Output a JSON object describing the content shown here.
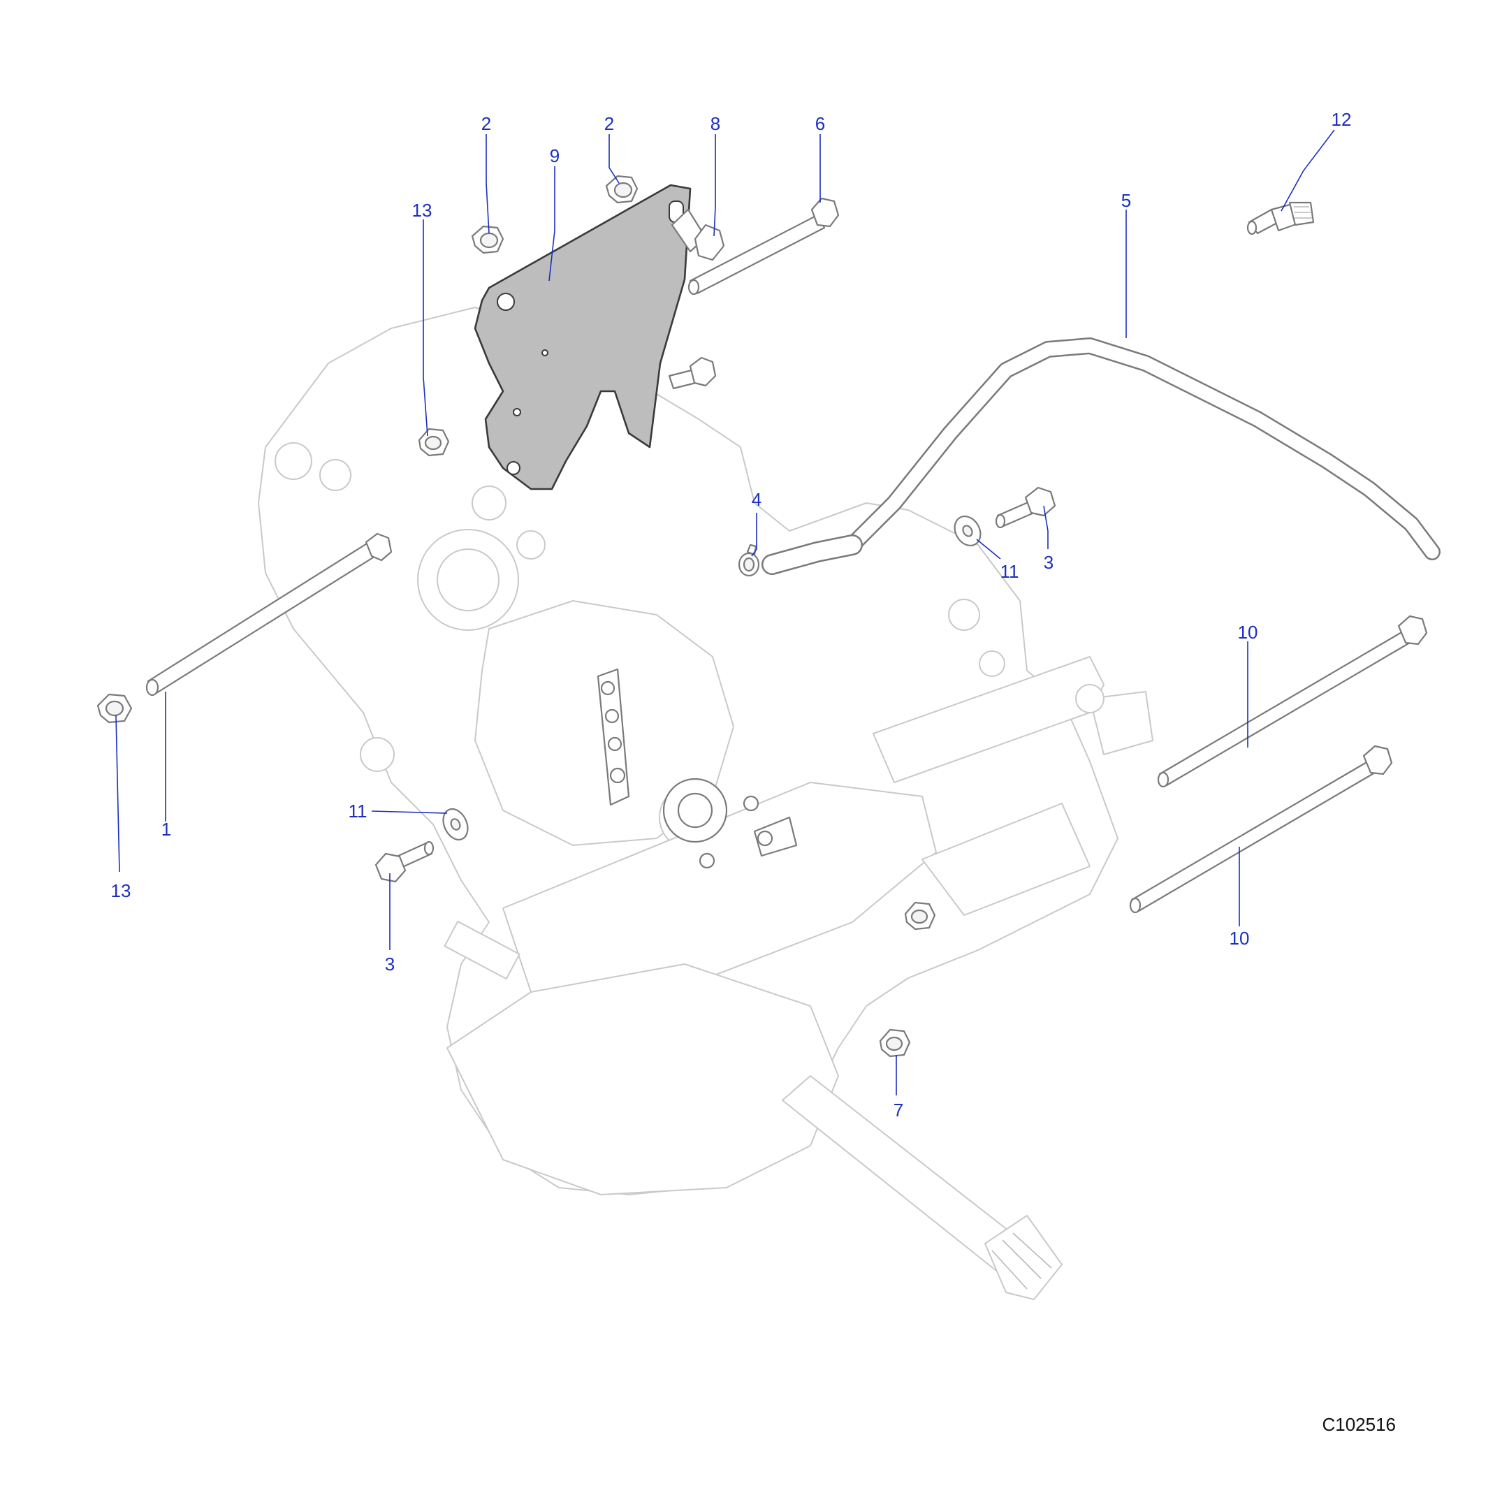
{
  "drawing_number": "C102516",
  "callouts": [
    {
      "id": "callout-2a",
      "label": "2"
    },
    {
      "id": "callout-2b",
      "label": "2"
    },
    {
      "id": "callout-8",
      "label": "8"
    },
    {
      "id": "callout-6",
      "label": "6"
    },
    {
      "id": "callout-12",
      "label": "12"
    },
    {
      "id": "callout-9",
      "label": "9"
    },
    {
      "id": "callout-5",
      "label": "5"
    },
    {
      "id": "callout-13a",
      "label": "13"
    },
    {
      "id": "callout-4",
      "label": "4"
    },
    {
      "id": "callout-11a",
      "label": "11"
    },
    {
      "id": "callout-3a",
      "label": "3"
    },
    {
      "id": "callout-10a",
      "label": "10"
    },
    {
      "id": "callout-1",
      "label": "1"
    },
    {
      "id": "callout-11b",
      "label": "11"
    },
    {
      "id": "callout-13b",
      "label": "13"
    },
    {
      "id": "callout-3b",
      "label": "3"
    },
    {
      "id": "callout-10b",
      "label": "10"
    },
    {
      "id": "callout-7",
      "label": "7"
    }
  ],
  "colors": {
    "callout": "#1b2fbf",
    "bracket": "#bdbdbd",
    "outline": "#7a7a7a"
  }
}
